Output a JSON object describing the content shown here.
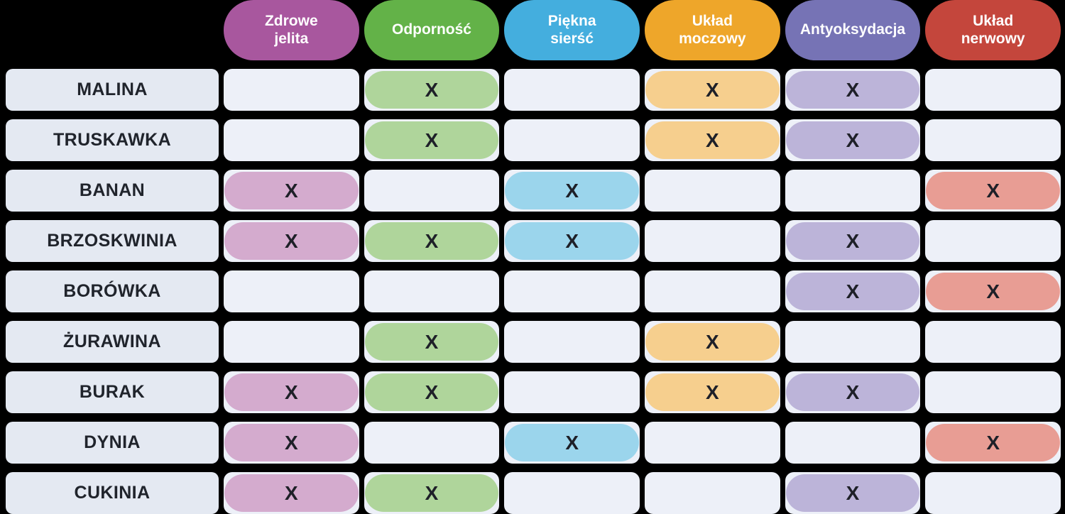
{
  "chart_data": {
    "type": "table",
    "title": "",
    "mark_symbol": "X",
    "columns": [
      {
        "id": "zdrowe-jelita",
        "label": "Zdrowe\njelita",
        "color": "#a8579e",
        "tint": "#d4abce"
      },
      {
        "id": "odpornosc",
        "label": "Odporność",
        "color": "#63b248",
        "tint": "#afd59b"
      },
      {
        "id": "piekna-siersc",
        "label": "Piękna\nsierść",
        "color": "#44aede",
        "tint": "#9bd5ec"
      },
      {
        "id": "uklad-moczowy",
        "label": "Układ\nmoczowy",
        "color": "#eea62a",
        "tint": "#f6cf8e"
      },
      {
        "id": "antyoksydacja",
        "label": "Antyoksydacja",
        "color": "#7673b5",
        "tint": "#bcb4d9"
      },
      {
        "id": "uklad-nerwowy",
        "label": "Układ\nnerwowy",
        "color": "#c4463c",
        "tint": "#e89d94"
      }
    ],
    "rows": [
      {
        "name": "MALINA",
        "marks": [
          0,
          1,
          0,
          1,
          1,
          0
        ]
      },
      {
        "name": "TRUSKAWKA",
        "marks": [
          0,
          1,
          0,
          1,
          1,
          0
        ]
      },
      {
        "name": "BANAN",
        "marks": [
          1,
          0,
          1,
          0,
          0,
          1
        ]
      },
      {
        "name": "BRZOSKWINIA",
        "marks": [
          1,
          1,
          1,
          0,
          1,
          0
        ]
      },
      {
        "name": "BORÓWKA",
        "marks": [
          0,
          0,
          0,
          0,
          1,
          1
        ]
      },
      {
        "name": "ŻURAWINA",
        "marks": [
          0,
          1,
          0,
          1,
          0,
          0
        ]
      },
      {
        "name": "BURAK",
        "marks": [
          1,
          1,
          0,
          1,
          1,
          0
        ]
      },
      {
        "name": "DYNIA",
        "marks": [
          1,
          0,
          1,
          0,
          0,
          1
        ]
      },
      {
        "name": "CUKINIA",
        "marks": [
          1,
          1,
          0,
          0,
          1,
          0
        ]
      }
    ],
    "colors": {
      "background": "#000000",
      "plain_cell": "#edf0f8",
      "label_cell": "#e4e9f2",
      "header_text": "#ffffff",
      "mark_text": "#1e2028"
    }
  }
}
